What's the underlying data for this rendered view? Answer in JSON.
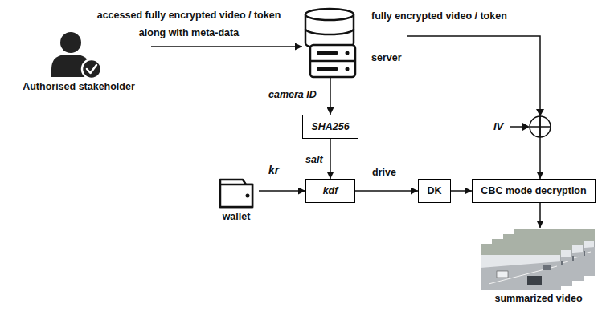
{
  "diagram": {
    "nodes": [
      {
        "text": [
          "Authorised stakeholder"
        ]
      },
      {
        "text": [
          "server"
        ]
      },
      {
        "text": [
          "SHA256"
        ]
      },
      {
        "text": [
          "wallet"
        ]
      },
      {
        "text": [
          "kdf"
        ]
      },
      {
        "text": [
          "DK"
        ]
      },
      {
        "text": [
          "CBC mode decryption"
        ]
      },
      {
        "text": [
          "summarized video"
        ]
      }
    ],
    "edges": [
      {
        "from": 0,
        "to": 1,
        "arrow": "to",
        "label": "accessed fully encrypted video / token along with meta-data"
      },
      {
        "from": 1,
        "to": 2,
        "arrow": "to",
        "label": "camera ID"
      },
      {
        "from": 2,
        "to": 4,
        "arrow": "to",
        "label": "salt"
      },
      {
        "from": 3,
        "to": 4,
        "arrow": "to",
        "label": "kr"
      },
      {
        "from": 4,
        "to": 5,
        "arrow": "to",
        "label": "drive"
      },
      {
        "from": 5,
        "to": 6,
        "arrow": "to"
      },
      {
        "from": 1,
        "to": 6,
        "arrow": "to",
        "label": "fully encrypted video / token"
      },
      {
        "from": 6,
        "to": 7,
        "arrow": "to"
      }
    ],
    "labels": [
      "IV"
    ]
  }
}
